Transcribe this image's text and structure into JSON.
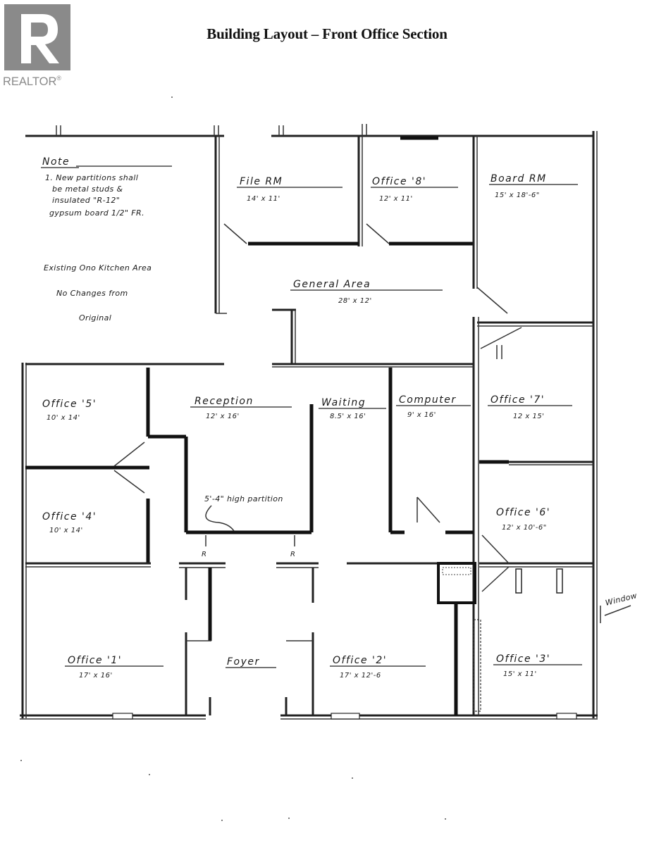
{
  "watermark": {
    "text": "REALTOR",
    "mark": "®",
    "color": "#8a8a8a"
  },
  "title": "Building Layout – Front Office Section",
  "notes": {
    "heading": "Note",
    "lines": [
      "1. New partitions shall",
      "be metal studs &",
      "insulated \"R-12\"",
      "gypsum board 1/2\" FR."
    ],
    "remark": [
      "Existing Ono Kitchen Area",
      "No Changes from",
      "Original"
    ]
  },
  "rooms": [
    {
      "id": "file-rm",
      "label": "File RM",
      "dim": "14' x 11'"
    },
    {
      "id": "office-8",
      "label": "Office '8'",
      "dim": "12' x 11'"
    },
    {
      "id": "board-rm",
      "label": "Board RM",
      "dim": "15' x 18'-6\""
    },
    {
      "id": "general-area",
      "label": "General Area",
      "dim": "28' x 12'"
    },
    {
      "id": "office-5-left",
      "label": "Office '5'",
      "dim": "10' x 14'"
    },
    {
      "id": "reception",
      "label": "Reception",
      "dim": "12' x 16'"
    },
    {
      "id": "waiting",
      "label": "Waiting",
      "dim": "8.5' x 16'"
    },
    {
      "id": "computer",
      "label": "Computer",
      "dim": "9' x 16'"
    },
    {
      "id": "office-7",
      "label": "Office '7'",
      "dim": "12 x 15'"
    },
    {
      "id": "office-4",
      "label": "Office '4'",
      "dim": "10' x 14'"
    },
    {
      "id": "office-6",
      "label": "Office '6'",
      "dim": "12' x 10'-6\""
    },
    {
      "id": "office-1",
      "label": "Office '1'",
      "dim": "17' x 16'"
    },
    {
      "id": "foyer",
      "label": "Foyer",
      "dim": ""
    },
    {
      "id": "office-2",
      "label": "Office '2'",
      "dim": "17' x 12'-6"
    },
    {
      "id": "office-3",
      "label": "Office '3'",
      "dim": "15' x 11'"
    }
  ],
  "annotations": {
    "partition": "5'-4\" high partition",
    "window": "Window"
  }
}
